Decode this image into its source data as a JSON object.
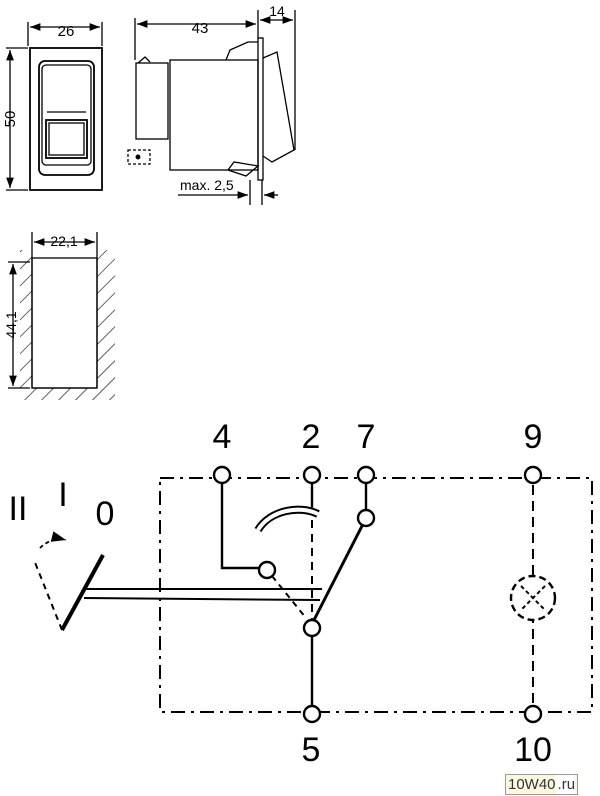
{
  "dimensions": {
    "front_width": "26",
    "front_height": "50",
    "side_depth": "43",
    "side_rocker": "14",
    "panel_thickness": "max. 2,5",
    "cutout_width": "22,1",
    "cutout_height": "44,1"
  },
  "schematic": {
    "positions": {
      "pos2": "II",
      "pos1": "I",
      "pos0": "0"
    },
    "terminals": {
      "t4": "4",
      "t2": "2",
      "t7": "7",
      "t9": "9",
      "t5": "5",
      "t10": "10"
    }
  },
  "watermark": {
    "main": "10W40",
    "suffix": ".ru"
  }
}
